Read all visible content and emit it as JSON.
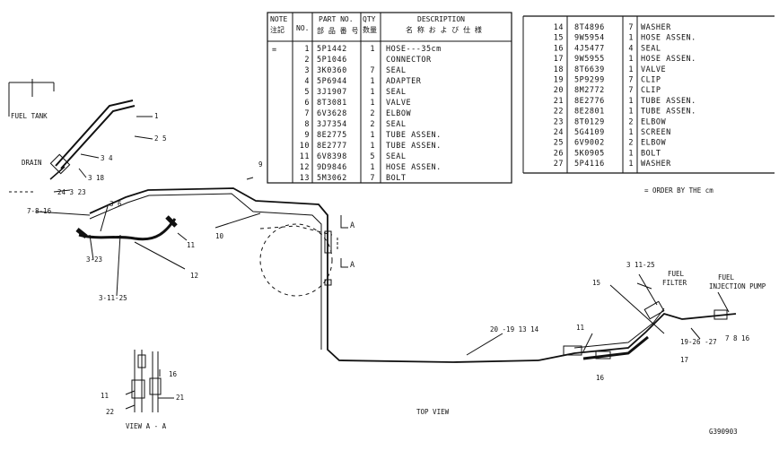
{
  "table_left": {
    "header": {
      "note": "NOTE",
      "note_jp": "注記",
      "no": "NO.",
      "part_no": "PART NO.",
      "part_no_jp": "部 品 番 号",
      "qty": "QTY",
      "qty_jp": "数量",
      "description": "DESCRIPTION",
      "description_jp": "名 称 お よ び 仕 様"
    },
    "note_mark": "=",
    "rows": [
      {
        "no": "1",
        "part_no": "5P1442",
        "qty": "1",
        "desc": "HOSE---35cm"
      },
      {
        "no": "2",
        "part_no": "5P1046",
        "qty": "",
        "desc": "CONNECTOR"
      },
      {
        "no": "3",
        "part_no": "3K0360",
        "qty": "7",
        "desc": "SEAL"
      },
      {
        "no": "4",
        "part_no": "5P6944",
        "qty": "1",
        "desc": "ADAPTER"
      },
      {
        "no": "5",
        "part_no": "3J1907",
        "qty": "1",
        "desc": "SEAL"
      },
      {
        "no": "6",
        "part_no": "8T3081",
        "qty": "1",
        "desc": "VALVE"
      },
      {
        "no": "7",
        "part_no": "6V3628",
        "qty": "2",
        "desc": "ELBOW"
      },
      {
        "no": "8",
        "part_no": "3J7354",
        "qty": "2",
        "desc": "SEAL"
      },
      {
        "no": "9",
        "part_no": "8E2775",
        "qty": "1",
        "desc": "TUBE ASSEN."
      },
      {
        "no": "10",
        "part_no": "8E2777",
        "qty": "1",
        "desc": "TUBE ASSEN."
      },
      {
        "no": "11",
        "part_no": "6V8398",
        "qty": "5",
        "desc": "SEAL"
      },
      {
        "no": "12",
        "part_no": "9D9846",
        "qty": "1",
        "desc": "HOSE ASSEN."
      },
      {
        "no": "13",
        "part_no": "5M3062",
        "qty": "7",
        "desc": "BOLT"
      }
    ]
  },
  "table_right": {
    "rows": [
      {
        "no": "14",
        "part_no": "8T4896",
        "qty": "7",
        "desc": "WASHER"
      },
      {
        "no": "15",
        "part_no": "9W5954",
        "qty": "1",
        "desc": "HOSE ASSEN."
      },
      {
        "no": "16",
        "part_no": "4J5477",
        "qty": "4",
        "desc": "SEAL"
      },
      {
        "no": "17",
        "part_no": "9W5955",
        "qty": "1",
        "desc": "HOSE ASSEN."
      },
      {
        "no": "18",
        "part_no": "8T6639",
        "qty": "1",
        "desc": "VALVE"
      },
      {
        "no": "19",
        "part_no": "5P9299",
        "qty": "7",
        "desc": "CLIP"
      },
      {
        "no": "20",
        "part_no": "8M2772",
        "qty": "7",
        "desc": "CLIP"
      },
      {
        "no": "21",
        "part_no": "8E2776",
        "qty": "1",
        "desc": "TUBE ASSEN."
      },
      {
        "no": "22",
        "part_no": "8E2801",
        "qty": "1",
        "desc": "TUBE ASSEN."
      },
      {
        "no": "23",
        "part_no": "8T0129",
        "qty": "2",
        "desc": "ELBOW"
      },
      {
        "no": "24",
        "part_no": "5G4109",
        "qty": "1",
        "desc": "SCREEN"
      },
      {
        "no": "25",
        "part_no": "6V9002",
        "qty": "2",
        "desc": "ELBOW"
      },
      {
        "no": "26",
        "part_no": "5K0905",
        "qty": "1",
        "desc": "BOLT"
      },
      {
        "no": "27",
        "part_no": "5P4116",
        "qty": "1",
        "desc": "WASHER"
      }
    ],
    "footnote": "= ORDER BY THE cm"
  },
  "callouts": [
    {
      "id": "fuel-tank",
      "text": "FUEL TANK"
    },
    {
      "id": "drain",
      "text": "DRAIN"
    },
    {
      "id": "c1",
      "text": "1"
    },
    {
      "id": "c2-5",
      "text": "2 5"
    },
    {
      "id": "c3-4",
      "text": "3 4"
    },
    {
      "id": "c3-18",
      "text": "3 18"
    },
    {
      "id": "c24-3-23",
      "text": "24 3 23"
    },
    {
      "id": "c7-8-16",
      "text": "7-8-16"
    },
    {
      "id": "c3-6",
      "text": "3 6"
    },
    {
      "id": "c3-23",
      "text": "3-23"
    },
    {
      "id": "c3-11-25-left",
      "text": "3-11-25"
    },
    {
      "id": "c9",
      "text": "9"
    },
    {
      "id": "c10",
      "text": "10"
    },
    {
      "id": "c11-upper",
      "text": "11"
    },
    {
      "id": "c12",
      "text": "12"
    },
    {
      "id": "sec-a-top",
      "text": "A"
    },
    {
      "id": "sec-a-bottom",
      "text": "A"
    },
    {
      "id": "c20-19-13-14",
      "text": "20 -19 13 14"
    },
    {
      "id": "c11-lower",
      "text": "11"
    },
    {
      "id": "c15",
      "text": "15"
    },
    {
      "id": "c3-11-25-right",
      "text": "3 11-25"
    },
    {
      "id": "fuel-filter-1",
      "text": "FUEL"
    },
    {
      "id": "fuel-filter-2",
      "text": "FILTER"
    },
    {
      "id": "fuel-pump-1",
      "text": "FUEL"
    },
    {
      "id": "fuel-pump-2",
      "text": "INJECTION PUMP"
    },
    {
      "id": "c19-26-27",
      "text": "19-26 -27"
    },
    {
      "id": "c7-8-16-right",
      "text": "7 8 16"
    },
    {
      "id": "c17",
      "text": "17"
    },
    {
      "id": "c16-bottom",
      "text": "16"
    },
    {
      "id": "c16-view",
      "text": "16"
    },
    {
      "id": "c11-view",
      "text": "11"
    },
    {
      "id": "c21-view",
      "text": "21"
    },
    {
      "id": "c22-view",
      "text": "22"
    },
    {
      "id": "view-a-a",
      "text": "VIEW A - A"
    },
    {
      "id": "top-view",
      "text": "TOP VIEW"
    },
    {
      "id": "drawing-no",
      "text": "G390903"
    }
  ]
}
